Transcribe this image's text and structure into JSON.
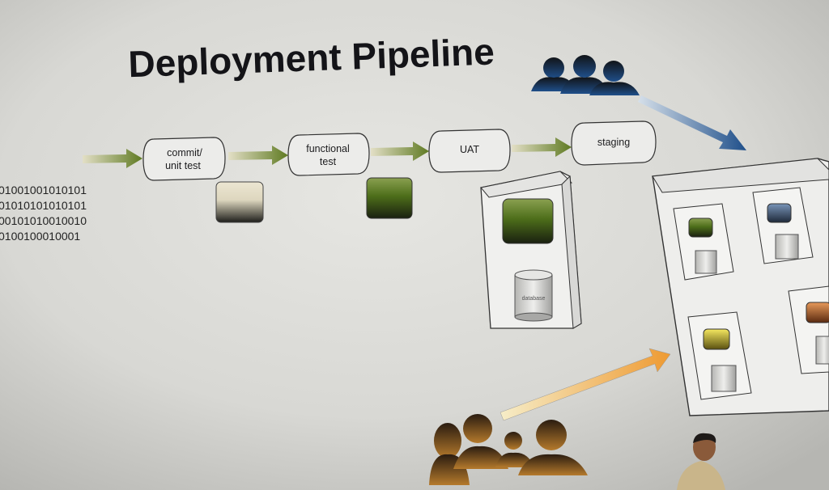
{
  "slide": {
    "title": "Deployment Pipeline",
    "binary_lines": [
      "01001001010101",
      "01010101010101",
      "00101010010010",
      "0100100010001"
    ],
    "stages": [
      {
        "line1": "commit/",
        "line2": "unit test"
      },
      {
        "line1": "functional",
        "line2": "test"
      },
      {
        "line1": "UAT",
        "line2": ""
      },
      {
        "line1": "staging",
        "line2": ""
      }
    ],
    "database_label": "database",
    "colors": {
      "arrow_green": "#5f7a22",
      "arrow_blue": "#2f5f9a",
      "arrow_orange": "#f0a43a",
      "artifact_green": "#4d6e1a",
      "artifact_blue": "#3a5f8a",
      "artifact_yellow": "#e4d227",
      "artifact_orange": "#d2762e"
    }
  }
}
